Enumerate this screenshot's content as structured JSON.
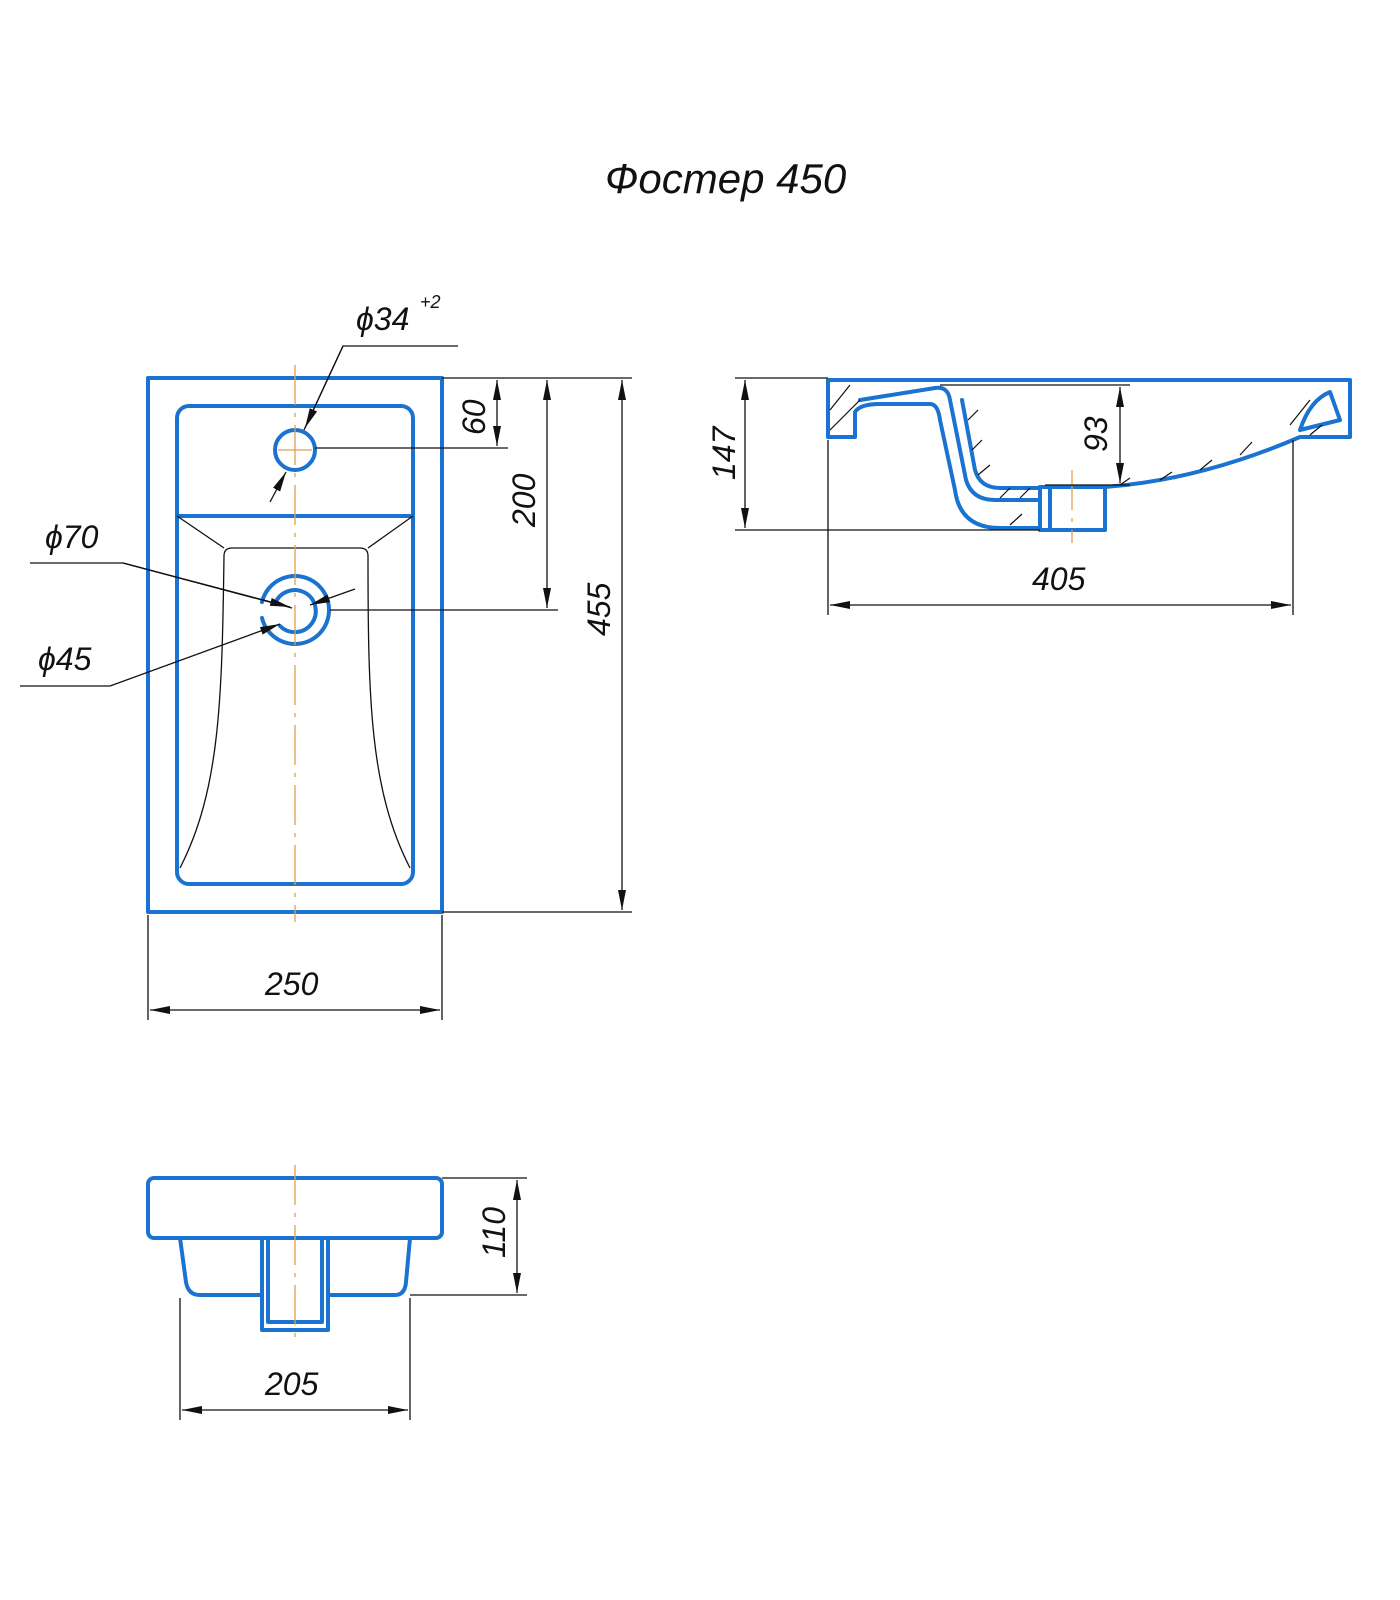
{
  "title": "Фостер 450",
  "top_view": {
    "overflow_dia": "ϕ34",
    "overflow_tol": "+2",
    "overflow_offset": "60",
    "drain_offset": "200",
    "length": "455",
    "drain_outer_dia": "ϕ70",
    "drain_inner_dia": "ϕ45",
    "width": "250"
  },
  "side_view": {
    "height": "147",
    "bowl_depth": "93",
    "depth": "405"
  },
  "front_view": {
    "height": "110",
    "bowl_width": "205"
  },
  "colors": {
    "outline": "#1a73d0",
    "centerline": "#e0a050",
    "dimension": "#111111"
  }
}
